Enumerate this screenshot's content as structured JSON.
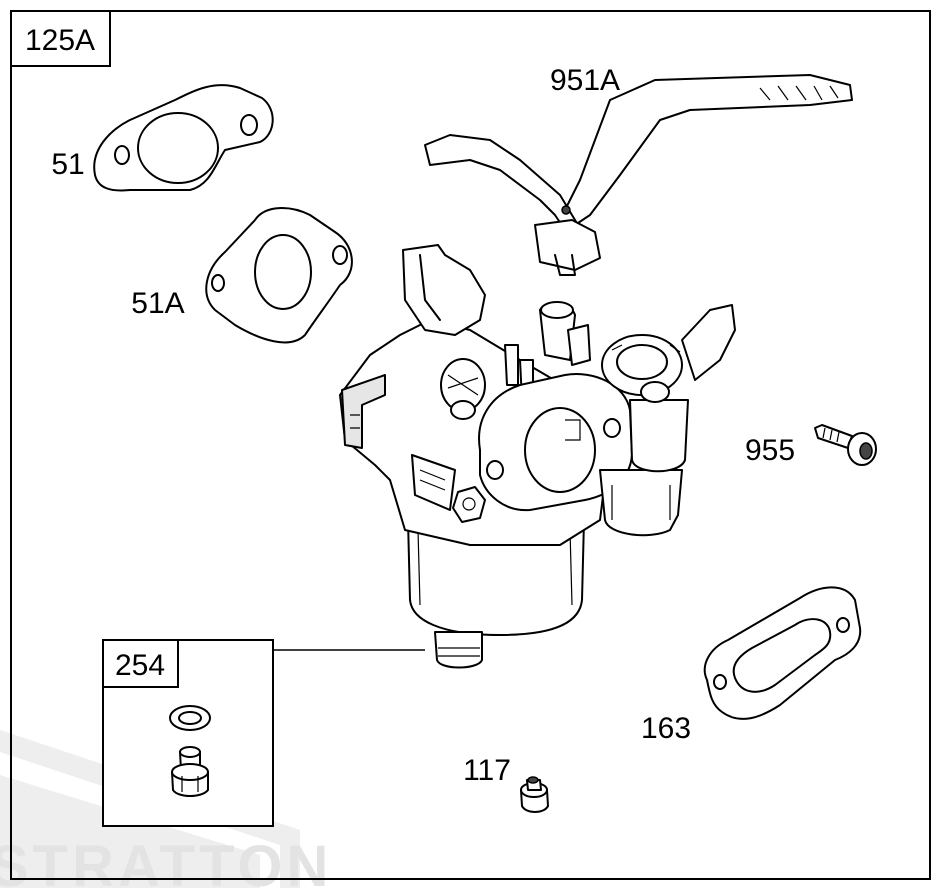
{
  "diagram": {
    "main_label": "125A",
    "parts": {
      "p951a": "951A",
      "p51": "51",
      "p51a": "51A",
      "p955": "955",
      "p163": "163",
      "p117": "117",
      "p254": "254"
    },
    "watermark": "STRATTON"
  }
}
